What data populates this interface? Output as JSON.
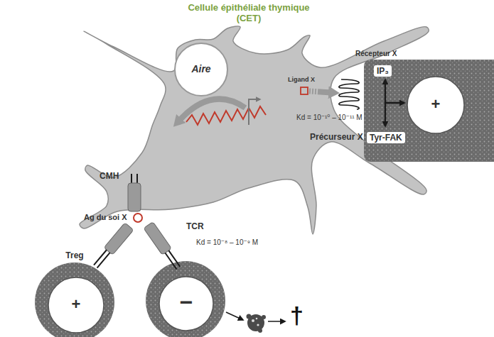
{
  "diagram": {
    "nodes": [
      {
        "text": [
          "Cellule épithéliale thymique (CET)"
        ]
      },
      {
        "text": [
          "Aire"
        ],
        "in": 0
      },
      {
        "text": [
          "Ligand X"
        ],
        "in": 0
      },
      {
        "text": [
          "Récepteur X"
        ]
      },
      {
        "text": [
          "IP₃",
          "Tyr-FAK",
          "+"
        ]
      },
      {
        "text": [
          "Treg",
          "+"
        ]
      },
      {
        "text": [
          "−"
        ]
      }
    ],
    "edges": [
      {
        "from": 2,
        "to": 3,
        "arrow": "to"
      }
    ],
    "labels": [
      "Précurseur X",
      "Kd = 10⁻¹⁰ – 10⁻¹¹ M",
      "CMH",
      "Ag du soi X",
      "TCR",
      "Kd = 10⁻⁸ – 10⁻⁹ M",
      "†"
    ]
  }
}
